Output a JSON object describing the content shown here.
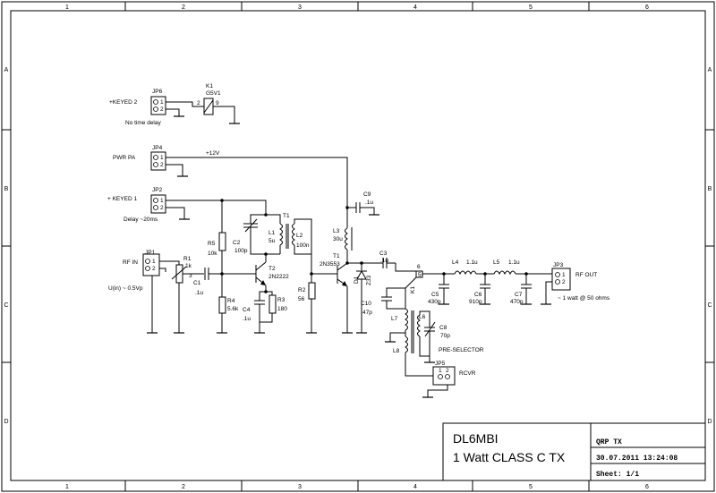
{
  "frame": {
    "columns": [
      "1",
      "2",
      "3",
      "4",
      "5",
      "6"
    ],
    "rows": [
      "A",
      "B",
      "C",
      "D"
    ]
  },
  "title_block": {
    "author": "DL6MBI",
    "title": "1 Watt CLASS C TX",
    "project": "QRP TX",
    "datetime": "30.07.2011 13:24:08",
    "sheet": "Sheet: 1/1"
  },
  "connectors": {
    "jp6": {
      "ref": "JP6",
      "label": "+KEYED 2",
      "note": "No time delay"
    },
    "jp4": {
      "ref": "JP4",
      "label": "PWR PA"
    },
    "jp2": {
      "ref": "JP2",
      "label": "+ KEYED 1",
      "note": "Delay ~20ms"
    },
    "jp1": {
      "ref": "JP1",
      "label": "RF IN",
      "note": "U(in) ~ 0.5Vp"
    },
    "jp3": {
      "ref": "JP3",
      "label": "RF OUT",
      "note": "~ 1 watt @ 50 ohms"
    },
    "jp5": {
      "ref": "JP5",
      "label": "RCVR"
    },
    "pin1": "1",
    "pin2": "2"
  },
  "relay": {
    "ref": "K1",
    "part": "G5V1",
    "pin_a": "2",
    "pin_b": "9",
    "contact": "K1",
    "pin6": "6",
    "pin5": "5"
  },
  "supply": {
    "label": "+12V"
  },
  "components": {
    "r1": {
      "ref": "R1",
      "value": "1k",
      "pin3": "3"
    },
    "c1": {
      "ref": "C1",
      "value": ".1u"
    },
    "r5": {
      "ref": "R5",
      "value": "10k"
    },
    "r4": {
      "ref": "R4",
      "value": "5.6k"
    },
    "c2": {
      "ref": "C2",
      "value": "100p"
    },
    "t1x": {
      "ref": "T1"
    },
    "l1": {
      "ref": "L1",
      "value": "5u"
    },
    "l2": {
      "ref": "L2",
      "value": "100n"
    },
    "t2": {
      "ref": "T2",
      "part": "2N2222"
    },
    "c4": {
      "ref": "C4",
      "value": ".1u"
    },
    "r3": {
      "ref": "R3",
      "value": "180"
    },
    "r2": {
      "ref": "R2",
      "value": "56"
    },
    "t1": {
      "ref": "T1",
      "part": "2N3553"
    },
    "l3": {
      "ref": "L3",
      "value": "30u"
    },
    "c9": {
      "ref": "C9",
      "value": ".1u"
    },
    "d1": {
      "ref": "D1",
      "part": "Z33"
    },
    "c3": {
      "ref": "C3",
      "value": ".1u"
    },
    "l4": {
      "ref": "L4",
      "value": "1.1u"
    },
    "l5": {
      "ref": "L5",
      "value": "1.1u"
    },
    "c5": {
      "ref": "C5",
      "value": "430p"
    },
    "c6": {
      "ref": "C6",
      "value": "910p"
    },
    "c7": {
      "ref": "C7",
      "value": "470p"
    },
    "c10": {
      "ref": "C10",
      "value": "47p"
    },
    "l6": {
      "ref": "L6"
    },
    "l7": {
      "ref": "L7"
    },
    "l8": {
      "ref": "L8"
    },
    "c8": {
      "ref": "C8",
      "value": "70p"
    },
    "preselector": "PRE-SELECTOR"
  }
}
